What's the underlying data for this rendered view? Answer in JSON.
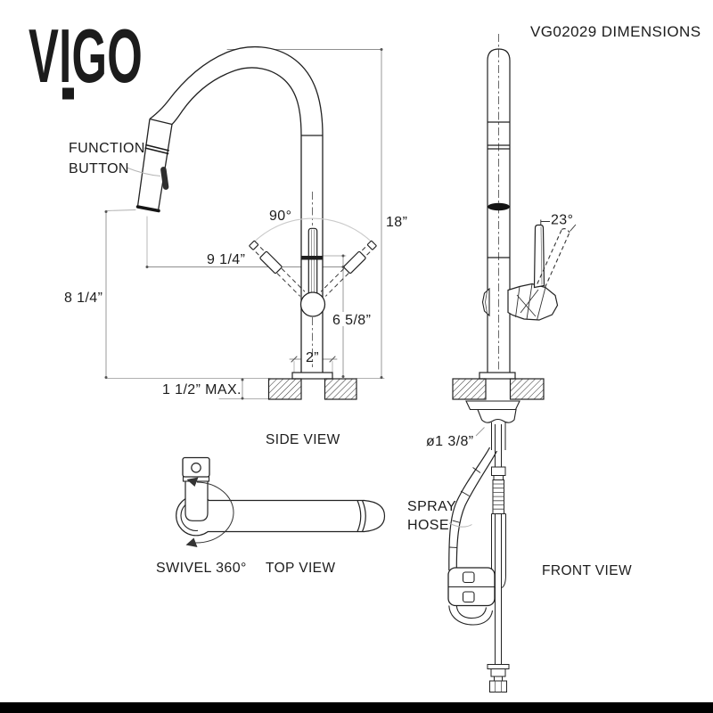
{
  "page": {
    "background": "#ffffff",
    "footer_bar_color": "#000000"
  },
  "header": {
    "logo": "VIGO",
    "title": "VG02029 DIMENSIONS"
  },
  "side_view": {
    "caption": "SIDE VIEW",
    "function_button": {
      "line1": "FUNCTION",
      "line2": "BUTTON"
    },
    "dims": {
      "handle_swing": "90°",
      "overall_height": "18”",
      "spout_reach": "9 1/4”",
      "spout_height": "8 1/4”",
      "handle_height": "6 5/8”",
      "base_width": "2”",
      "counter_max": "1 1/2” MAX."
    }
  },
  "top_view": {
    "caption": "TOP VIEW",
    "swivel": "SWIVEL 360°"
  },
  "front_view": {
    "caption": "FRONT VIEW",
    "handle_angle": "23°",
    "shank_diameter": "ø1 3/8”",
    "spray_hose": {
      "line1": "SPRAY",
      "line2": "HOSE"
    }
  },
  "colors": {
    "line": "#2b2b2b",
    "dim_line": "#8f8f8f",
    "light_line": "#cacaca",
    "text": "#1c1c1c"
  }
}
